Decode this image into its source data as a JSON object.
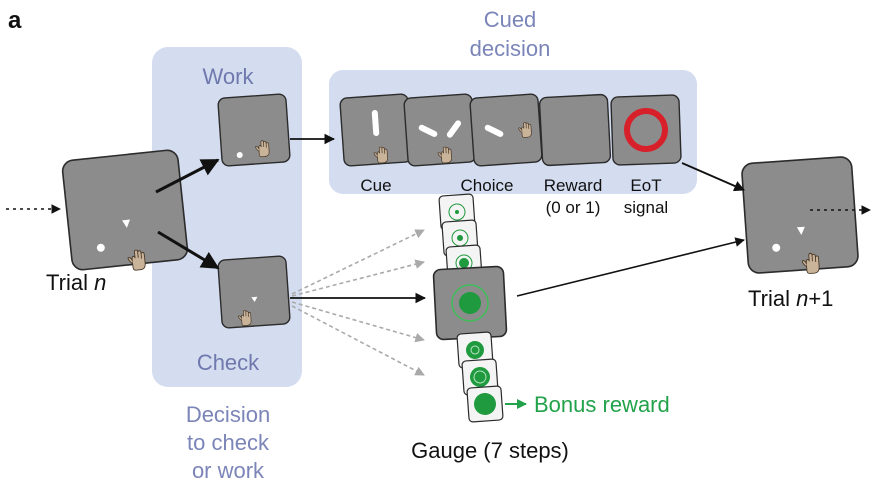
{
  "panel_label": "a",
  "work_label": "Work",
  "check_label": "Check",
  "cued_decision_label": [
    "Cued",
    "decision"
  ],
  "decision_label": [
    "Decision",
    "to check",
    "or work"
  ],
  "trial_n_label": {
    "prefix": "Trial ",
    "italic": "n",
    "suffix": ""
  },
  "trial_n1_label": {
    "prefix": "Trial ",
    "italic": "n",
    "suffix": "+1"
  },
  "sequence_labels": {
    "cue": "Cue",
    "choice": "Choice",
    "reward": [
      "Reward",
      "(0 or 1)"
    ],
    "eot": [
      "EoT",
      "signal"
    ]
  },
  "gauge_label": "Gauge (7 steps)",
  "bonus_label": "Bonus reward",
  "colors": {
    "screen_fill": "#8c8c8c",
    "screen_stroke": "#2b2b2b",
    "panel_fill": "#d4dcf0",
    "panel_text": "#7b85b8",
    "gauge_green": "#1f9a3e",
    "gauge_light": "#b9e3c2",
    "eot_ring": "#d8202a",
    "bonus_text": "#22a24a",
    "dashed_arrow": "#aaaaaa"
  },
  "icons": [
    "hand-icon",
    "white-dot-icon",
    "triangle-icon",
    "cue-bar-icon",
    "eot-ring-icon",
    "gauge-target-icon"
  ]
}
